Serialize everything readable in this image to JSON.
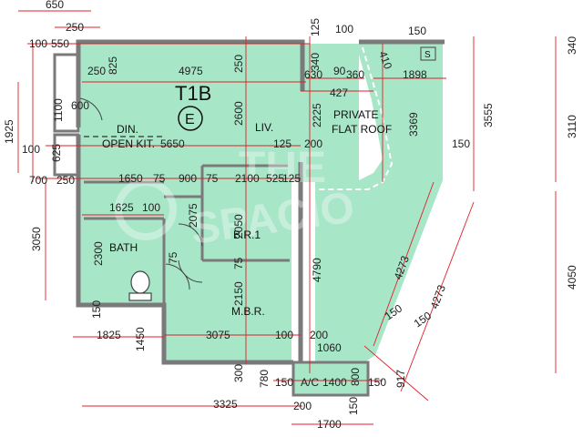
{
  "colors": {
    "floor": "#a8e6c8",
    "wall": "#7a7a7a",
    "dimension": "#e0202a",
    "text": "#111111"
  },
  "unit": {
    "code": "T1B",
    "letter": "E"
  },
  "rooms": {
    "dining": "DIN.",
    "kitchen": "OPEN KIT.",
    "living": "LIV.",
    "bedroom1": "B.R.1",
    "master": "M.B.R.",
    "bath": "BATH",
    "ac": "A/C",
    "roof_line1": "PRIVATE",
    "roof_line2": "FLAT ROOF",
    "flue": "S"
  },
  "watermark": {
    "line1": "THE",
    "line2": "SPACIO"
  },
  "dimensions": {
    "d650": "650",
    "d250_top": "250",
    "d100": "100",
    "d550": "550",
    "d250_b": "250",
    "d825": "825",
    "d4975": "4975",
    "d250_c": "250",
    "d125": "125",
    "d100_b": "100",
    "d340": "340",
    "d630": "630",
    "d90": "90",
    "d360": "360",
    "d410": "410",
    "d150_top": "150",
    "d1898": "1898",
    "d427": "427",
    "d340_r": "340",
    "d3110": "3110",
    "d3555": "3555",
    "d3369": "3369",
    "d150_r": "150",
    "d1925": "1925",
    "d1100": "1100",
    "d600": "600",
    "d2600": "2600",
    "d2225": "2225",
    "d5650": "5650",
    "d125_b": "125",
    "d200": "200",
    "d100_l": "100",
    "d625": "625",
    "d700": "700",
    "d250_l": "250",
    "d1650": "1650",
    "d75": "75",
    "d900": "900",
    "d75_b": "75",
    "d2100": "2100",
    "d525": "525",
    "d125_c": "125",
    "d1625": "1625",
    "d100_c": "100",
    "d2075": "2075",
    "d2050": "2050",
    "d3050": "3050",
    "d4273_a": "4273",
    "d4273_b": "4273",
    "d4790": "4790",
    "d4050": "4050",
    "d2300": "2300",
    "d75_c": "75",
    "d75_d": "75",
    "d150_l": "150",
    "d2150": "2150",
    "d1825": "1825",
    "d1450": "1450",
    "d3075": "3075",
    "d100_d": "100",
    "d200_b": "200",
    "d150_c": "150",
    "d1060": "1060",
    "d150_d": "150",
    "d300": "300",
    "d780": "780",
    "d150_e": "150",
    "d1400": "1400",
    "d800": "800",
    "d150_f": "150",
    "d917": "917",
    "d3325": "3325",
    "d200_c": "200",
    "d150_g": "150",
    "d1700": "1700"
  }
}
